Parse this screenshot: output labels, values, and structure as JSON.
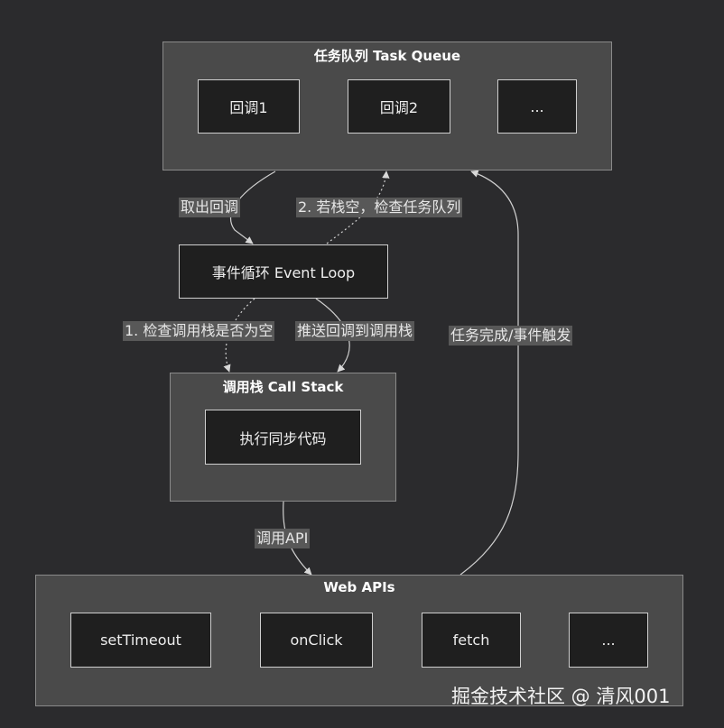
{
  "task_queue": {
    "title": "任务队列 Task Queue",
    "items": [
      "回调1",
      "回调2",
      "..."
    ]
  },
  "event_loop": {
    "label": "事件循环 Event Loop"
  },
  "call_stack": {
    "title": "调用栈 Call Stack",
    "item": "执行同步代码"
  },
  "web_apis": {
    "title": "Web APIs",
    "items": [
      "setTimeout",
      "onClick",
      "fetch",
      "..."
    ]
  },
  "edges": {
    "take_callback": "取出回调",
    "check_queue": "2. 若栈空，检查任务队列",
    "check_stack": "1. 检查调用栈是否为空",
    "push_callback": "推送回调到调用栈",
    "task_done": "任务完成/事件触发",
    "call_api": "调用API"
  },
  "watermark": "掘金技术社区 @ 清风001",
  "colors": {
    "background": "#2b2b2d",
    "cluster_fill": "#4a4a4a",
    "node_fill": "#1f1f1f",
    "edge_stroke": "#d0d0d0",
    "label_fill": "#585858"
  }
}
